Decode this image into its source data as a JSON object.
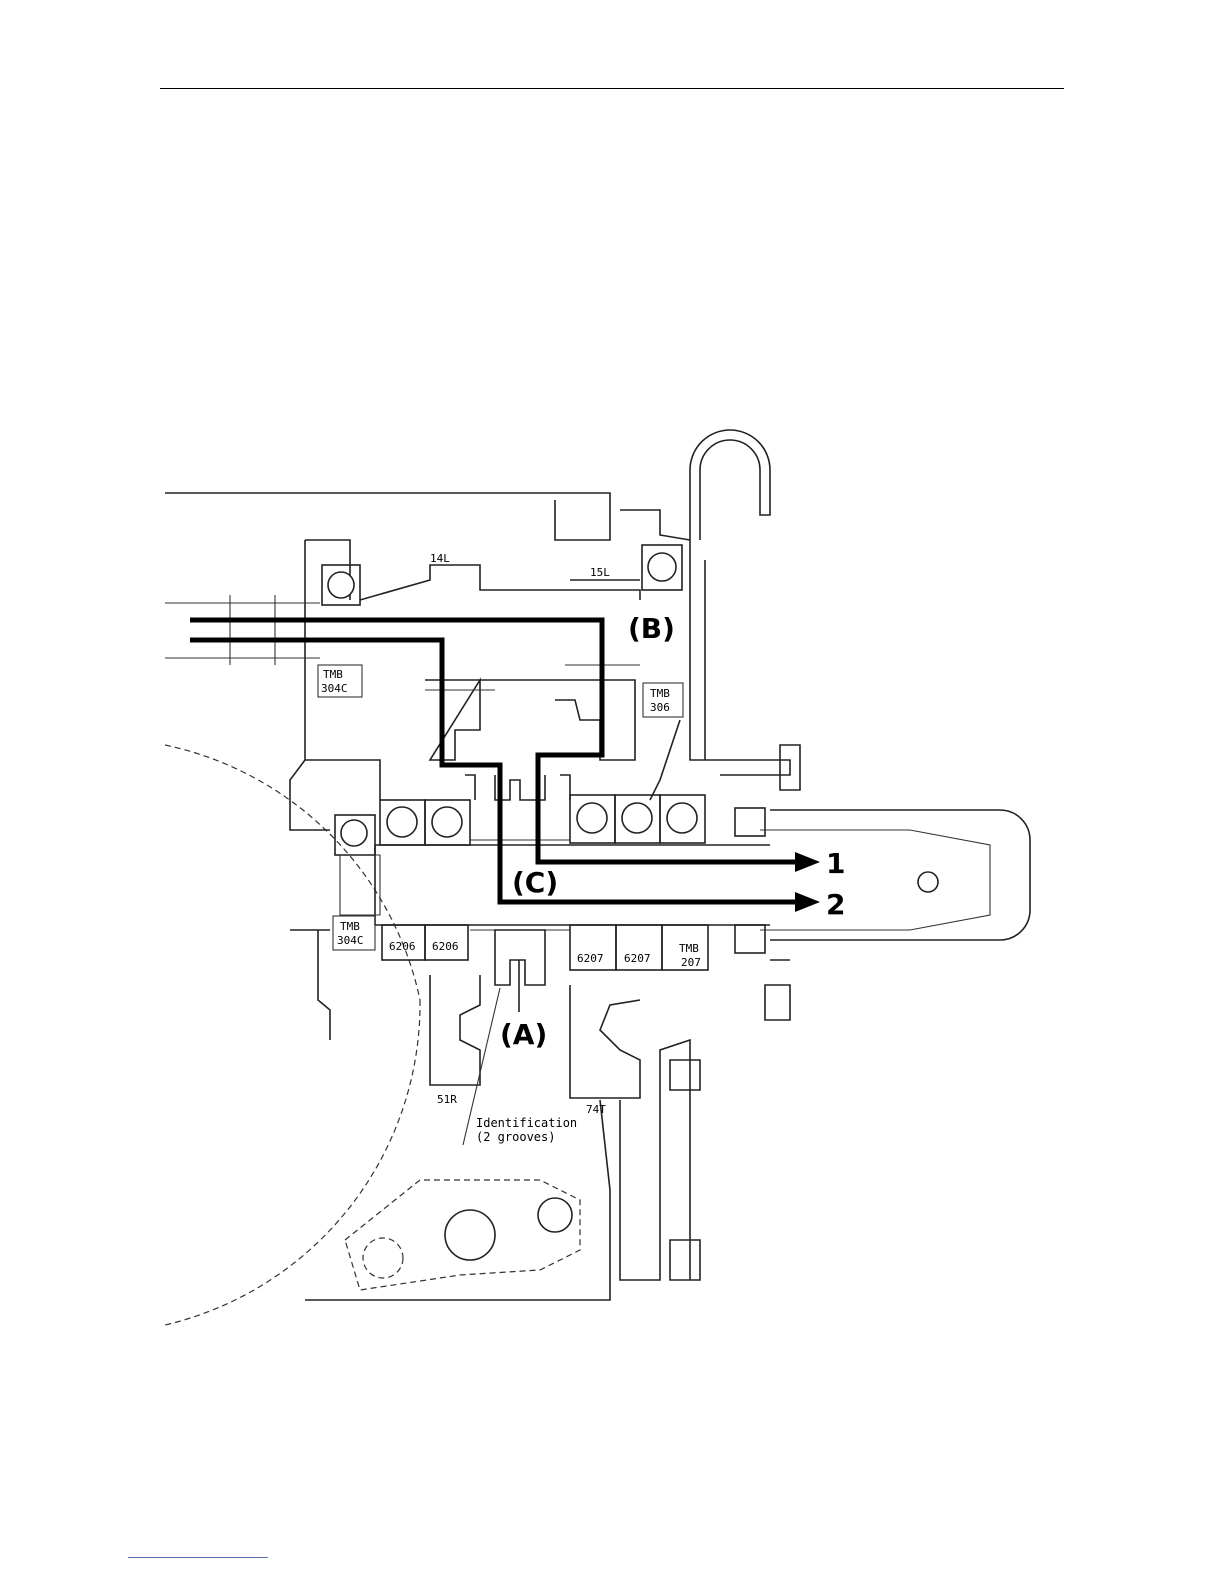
{
  "diagram": {
    "callouts": {
      "A": "(A)",
      "B": "(B)",
      "C": "(C)",
      "out1": "1",
      "out2": "2"
    },
    "part_labels": {
      "gear_14l": "14L",
      "gear_15l": "15L",
      "gear_51r": "51R",
      "gear_74t": "74T",
      "tmb_304c_top_1": "TMB",
      "tmb_304c_top_2": "304C",
      "tmb_306_1": "TMB",
      "tmb_306_2": "306",
      "tmb_304c_bottom_1": "TMB",
      "tmb_304c_bottom_2": "304C",
      "bearing_6206_a": "6206",
      "bearing_6206_b": "6206",
      "bearing_6207_a": "6207",
      "bearing_6207_b": "6207",
      "tmb_207_1": "TMB",
      "tmb_207_2": "207"
    },
    "identification": {
      "line1": "Identification",
      "line2": "(2 grooves)"
    }
  }
}
